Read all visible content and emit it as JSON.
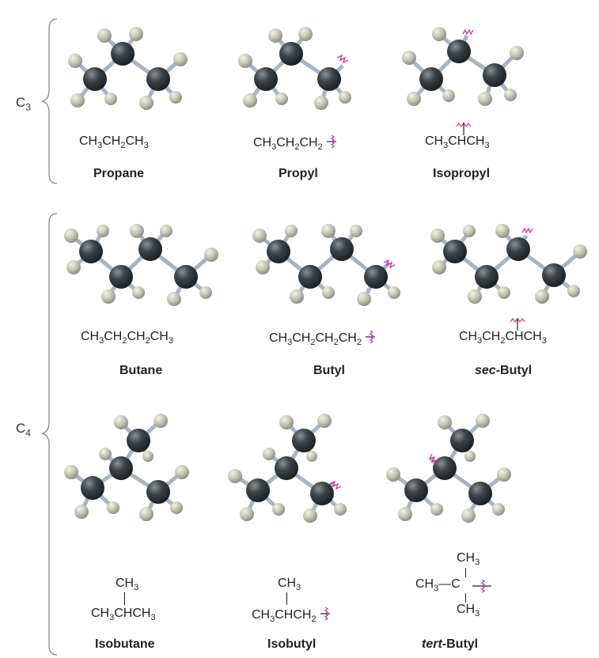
{
  "groups": {
    "c3": {
      "label_main": "C",
      "label_sub": "3"
    },
    "c4": {
      "label_main": "C",
      "label_sub": "4"
    }
  },
  "sub": {
    "two": "2",
    "three": "3"
  },
  "parts": {
    "ch": "CH",
    "c": "C",
    "ch3": "CH3",
    "dash": "—"
  },
  "molecules": {
    "propane": {
      "name": "Propane"
    },
    "propyl": {
      "name": "Propyl"
    },
    "isopropyl": {
      "name": "Isopropyl"
    },
    "butane": {
      "name": "Butane"
    },
    "butyl": {
      "name": "Butyl"
    },
    "secbutyl": {
      "name_prefix": "sec",
      "name_rest": "-Butyl"
    },
    "isobutane": {
      "name": "Isobutane"
    },
    "isobutyl": {
      "name": "Isobutyl"
    },
    "tertbutyl": {
      "name_prefix": "tert",
      "name_rest": "-Butyl"
    }
  },
  "colors": {
    "carbon": "#3c4246",
    "hydrogen": "#c4c5b6",
    "bond": "#a9b4c2",
    "attachment": "#d6339a",
    "brace": "#888888"
  }
}
